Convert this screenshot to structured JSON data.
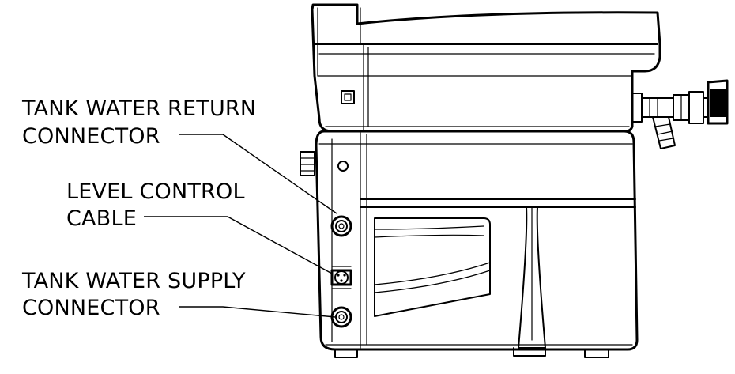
{
  "callouts": {
    "return": {
      "line1": "TANK WATER RETURN",
      "line2": "CONNECTOR"
    },
    "level": {
      "line1": "LEVEL CONTROL",
      "line2": "CABLE"
    },
    "supply": {
      "line1": "TANK WATER SUPPLY",
      "line2": "CONNECTOR"
    }
  }
}
